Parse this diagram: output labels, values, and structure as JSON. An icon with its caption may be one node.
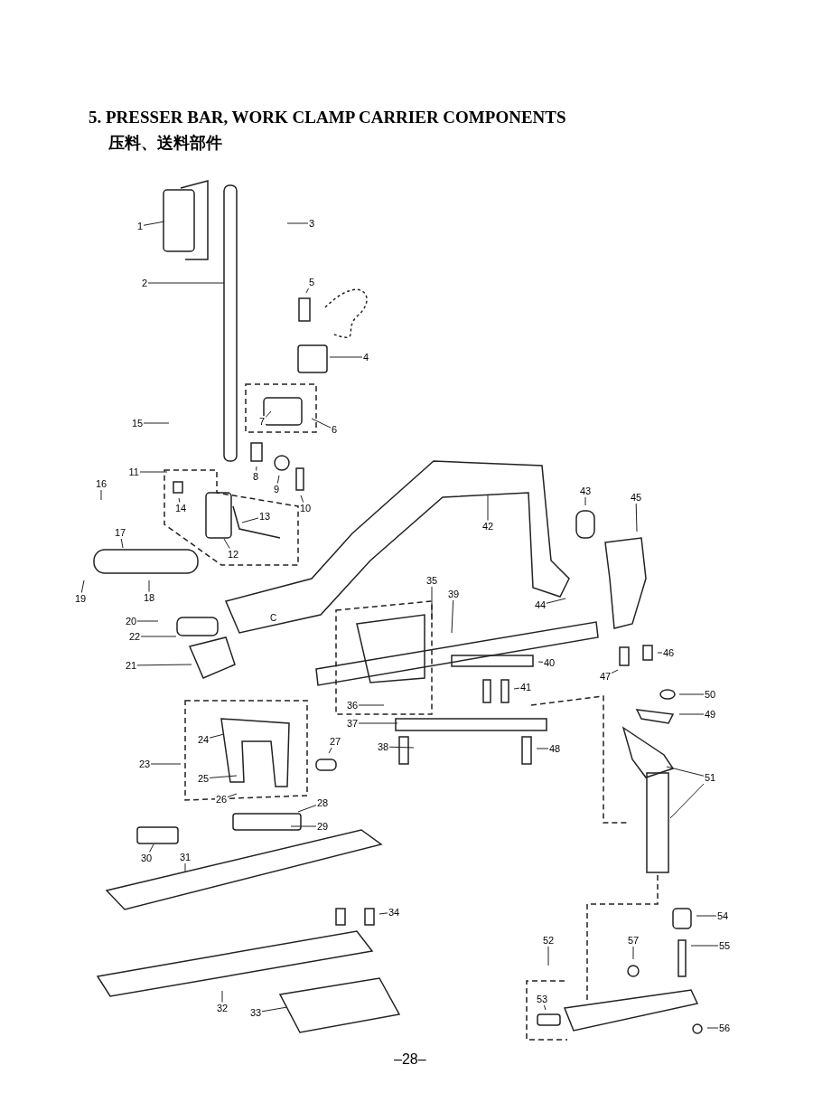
{
  "diagram": {
    "title": "5. PRESSER BAR, WORK CLAMP CARRIER COMPONENTS",
    "nodes": [
      {
        "text": [
          "1"
        ]
      },
      {
        "text": [
          "2"
        ]
      },
      {
        "text": [
          "3"
        ]
      },
      {
        "text": [
          "4"
        ]
      },
      {
        "text": [
          "5"
        ]
      },
      {
        "text": [
          "6"
        ]
      },
      {
        "text": [
          "7"
        ]
      },
      {
        "text": [
          "8"
        ]
      },
      {
        "text": [
          "9"
        ]
      },
      {
        "text": [
          "10"
        ]
      },
      {
        "text": [
          "11"
        ]
      },
      {
        "text": [
          "12"
        ]
      },
      {
        "text": [
          "13"
        ]
      },
      {
        "text": [
          "14"
        ]
      },
      {
        "text": [
          "15"
        ]
      },
      {
        "text": [
          "16"
        ]
      },
      {
        "text": [
          "17"
        ]
      },
      {
        "text": [
          "18"
        ]
      },
      {
        "text": [
          "19"
        ]
      },
      {
        "text": [
          "20"
        ]
      },
      {
        "text": [
          "21"
        ]
      },
      {
        "text": [
          "22"
        ]
      },
      {
        "text": [
          "23"
        ]
      },
      {
        "text": [
          "24"
        ]
      },
      {
        "text": [
          "25"
        ]
      },
      {
        "text": [
          "26"
        ]
      },
      {
        "text": [
          "27"
        ]
      },
      {
        "text": [
          "28"
        ]
      },
      {
        "text": [
          "29"
        ]
      },
      {
        "text": [
          "30"
        ]
      },
      {
        "text": [
          "31"
        ]
      },
      {
        "text": [
          "32"
        ]
      },
      {
        "text": [
          "33"
        ]
      },
      {
        "text": [
          "34"
        ]
      },
      {
        "text": [
          "35"
        ]
      },
      {
        "text": [
          "36"
        ]
      },
      {
        "text": [
          "37"
        ]
      },
      {
        "text": [
          "38"
        ]
      },
      {
        "text": [
          "39"
        ]
      },
      {
        "text": [
          "40"
        ]
      },
      {
        "text": [
          "41"
        ]
      },
      {
        "text": [
          "42"
        ]
      },
      {
        "text": [
          "43"
        ]
      },
      {
        "text": [
          "44"
        ]
      },
      {
        "text": [
          "45"
        ]
      },
      {
        "text": [
          "46"
        ]
      },
      {
        "text": [
          "47"
        ]
      },
      {
        "text": [
          "48"
        ]
      },
      {
        "text": [
          "49"
        ]
      },
      {
        "text": [
          "50"
        ]
      },
      {
        "text": [
          "51"
        ]
      },
      {
        "text": [
          "52"
        ]
      },
      {
        "text": [
          "53"
        ]
      },
      {
        "text": [
          "54"
        ]
      },
      {
        "text": [
          "55"
        ]
      },
      {
        "text": [
          "56"
        ]
      },
      {
        "text": [
          "57"
        ]
      }
    ],
    "edges": [
      {
        "from": 0,
        "to": null,
        "arrow": "none"
      },
      {
        "from": 1,
        "to": null,
        "arrow": "none"
      },
      {
        "from": 2,
        "to": null,
        "arrow": "none"
      },
      {
        "from": 3,
        "to": null,
        "arrow": "none"
      },
      {
        "from": 4,
        "to": null,
        "arrow": "none"
      },
      {
        "from": 5,
        "to": null,
        "arrow": "none"
      },
      {
        "from": 6,
        "to": null,
        "arrow": "none"
      },
      {
        "from": 7,
        "to": null,
        "arrow": "none"
      },
      {
        "from": 8,
        "to": null,
        "arrow": "none"
      },
      {
        "from": 9,
        "to": null,
        "arrow": "none"
      },
      {
        "from": 10,
        "to": null,
        "arrow": "none"
      },
      {
        "from": 11,
        "to": null,
        "arrow": "none"
      },
      {
        "from": 12,
        "to": null,
        "arrow": "none"
      },
      {
        "from": 13,
        "to": null,
        "arrow": "none"
      },
      {
        "from": 14,
        "to": null,
        "arrow": "none"
      },
      {
        "from": 15,
        "to": null,
        "arrow": "none"
      },
      {
        "from": 16,
        "to": null,
        "arrow": "none"
      },
      {
        "from": 17,
        "to": null,
        "arrow": "none"
      },
      {
        "from": 18,
        "to": null,
        "arrow": "none"
      },
      {
        "from": 19,
        "to": null,
        "arrow": "none"
      },
      {
        "from": 20,
        "to": null,
        "arrow": "none"
      },
      {
        "from": 21,
        "to": null,
        "arrow": "none"
      },
      {
        "from": 22,
        "to": null,
        "arrow": "none"
      },
      {
        "from": 23,
        "to": null,
        "arrow": "none"
      },
      {
        "from": 24,
        "to": null,
        "arrow": "none"
      },
      {
        "from": 25,
        "to": null,
        "arrow": "none"
      },
      {
        "from": 26,
        "to": null,
        "arrow": "none"
      },
      {
        "from": 27,
        "to": null,
        "arrow": "none"
      },
      {
        "from": 28,
        "to": null,
        "arrow": "none"
      },
      {
        "from": 29,
        "to": null,
        "arrow": "none"
      },
      {
        "from": 30,
        "to": null,
        "arrow": "none"
      },
      {
        "from": 31,
        "to": null,
        "arrow": "none"
      },
      {
        "from": 32,
        "to": null,
        "arrow": "none"
      },
      {
        "from": 33,
        "to": null,
        "arrow": "none"
      },
      {
        "from": 34,
        "to": null,
        "arrow": "none"
      },
      {
        "from": 35,
        "to": null,
        "arrow": "none"
      },
      {
        "from": 36,
        "to": null,
        "arrow": "none"
      },
      {
        "from": 37,
        "to": null,
        "arrow": "none"
      },
      {
        "from": 38,
        "to": null,
        "arrow": "none"
      },
      {
        "from": 39,
        "to": null,
        "arrow": "none"
      },
      {
        "from": 40,
        "to": null,
        "arrow": "none"
      },
      {
        "from": 41,
        "to": null,
        "arrow": "none"
      },
      {
        "from": 42,
        "to": null,
        "arrow": "none"
      },
      {
        "from": 43,
        "to": null,
        "arrow": "none"
      },
      {
        "from": 44,
        "to": null,
        "arrow": "none"
      },
      {
        "from": 45,
        "to": null,
        "arrow": "none"
      },
      {
        "from": 46,
        "to": null,
        "arrow": "none"
      },
      {
        "from": 47,
        "to": null,
        "arrow": "none"
      },
      {
        "from": 48,
        "to": null,
        "arrow": "none"
      },
      {
        "from": 49,
        "to": null,
        "arrow": "none"
      },
      {
        "from": 50,
        "to": null,
        "arrow": "none"
      },
      {
        "from": 50,
        "to": null,
        "arrow": "none"
      },
      {
        "from": 51,
        "to": null,
        "arrow": "none"
      },
      {
        "from": 52,
        "to": null,
        "arrow": "none"
      },
      {
        "from": 53,
        "to": null,
        "arrow": "none"
      },
      {
        "from": 54,
        "to": null,
        "arrow": "none"
      },
      {
        "from": 55,
        "to": null,
        "arrow": "none"
      },
      {
        "from": 56,
        "to": null,
        "arrow": "none"
      }
    ],
    "labels": [
      "压料、送料部件",
      "C",
      "–28–"
    ]
  }
}
